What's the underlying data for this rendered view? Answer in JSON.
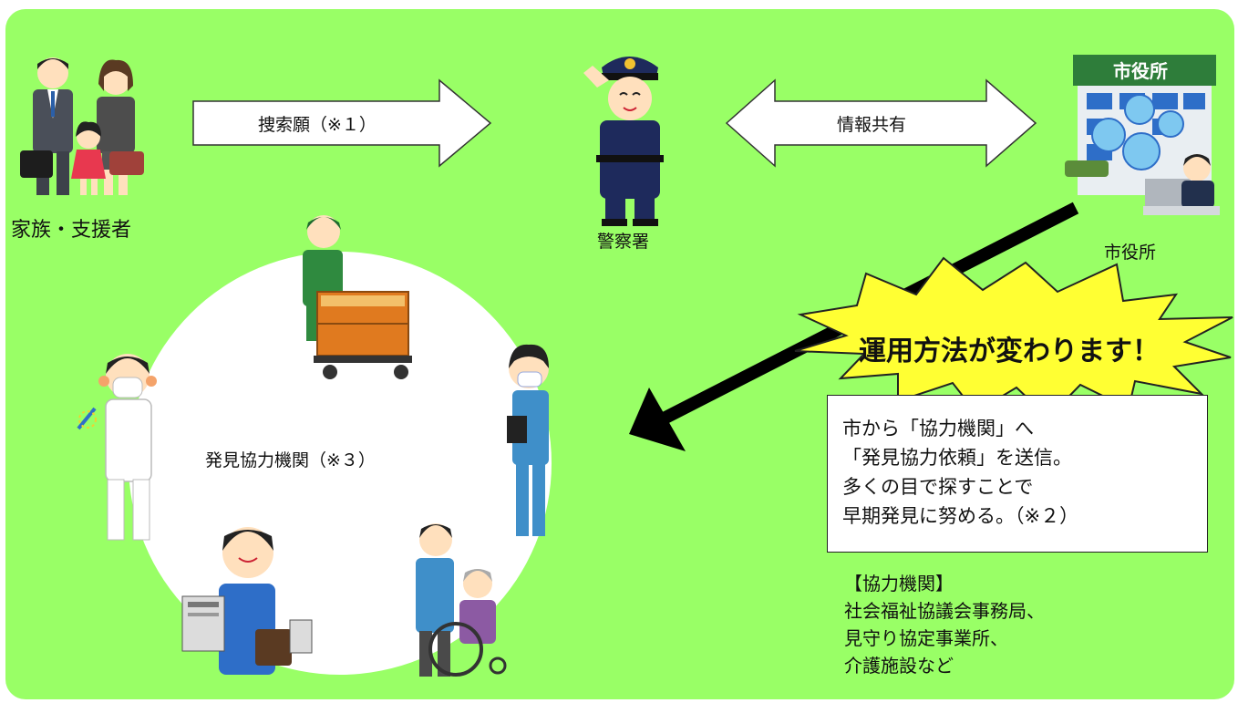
{
  "actors": {
    "family": "家族・支援者",
    "police": "警察署",
    "city_hall": "市役所",
    "city_hall_sign": "市役所"
  },
  "arrows": {
    "search_request": "捜索願（※１）",
    "info_sharing": "情報共有"
  },
  "circle": {
    "label": "発見協力機関（※３）"
  },
  "burst": {
    "text": "運用方法が変わります！"
  },
  "note": {
    "lines": [
      "市から「協力機関」へ",
      "「発見協力依頼」を送信。",
      "多くの目で探すことで",
      "早期発見に努める。（※２）"
    ]
  },
  "organizations": {
    "heading": "【協力機関】",
    "lines": [
      "社会福祉協議会事務局、",
      "見守り協定事業所、",
      "介護施設など"
    ]
  },
  "colors": {
    "background": "#99ff66",
    "burst_fill": "#ffff33",
    "police_uniform": "#1e2a5c",
    "arrow_fill": "#ffffff"
  }
}
